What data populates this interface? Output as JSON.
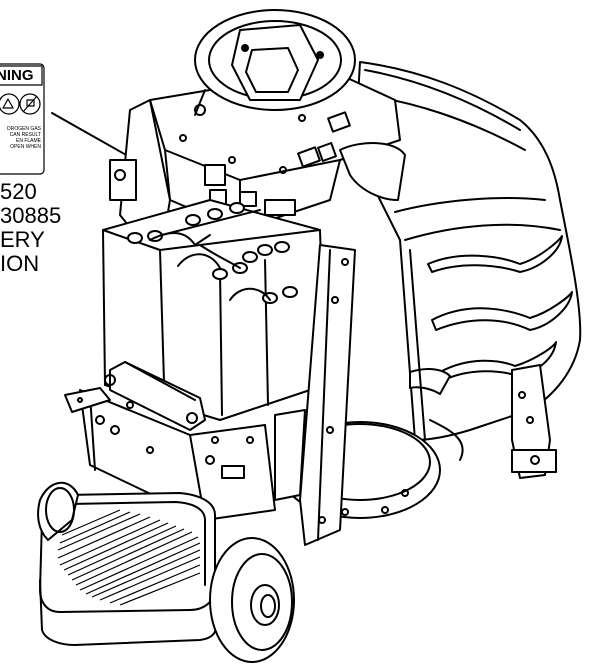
{
  "decal": {
    "heading": "NING",
    "warning_lines": [
      "DROGEN GAS",
      "CAN RESULT",
      "EN FLAME",
      "OPEN WHEN"
    ]
  },
  "callout": {
    "lines": [
      "520",
      "30885",
      "ERY",
      "ION"
    ]
  }
}
